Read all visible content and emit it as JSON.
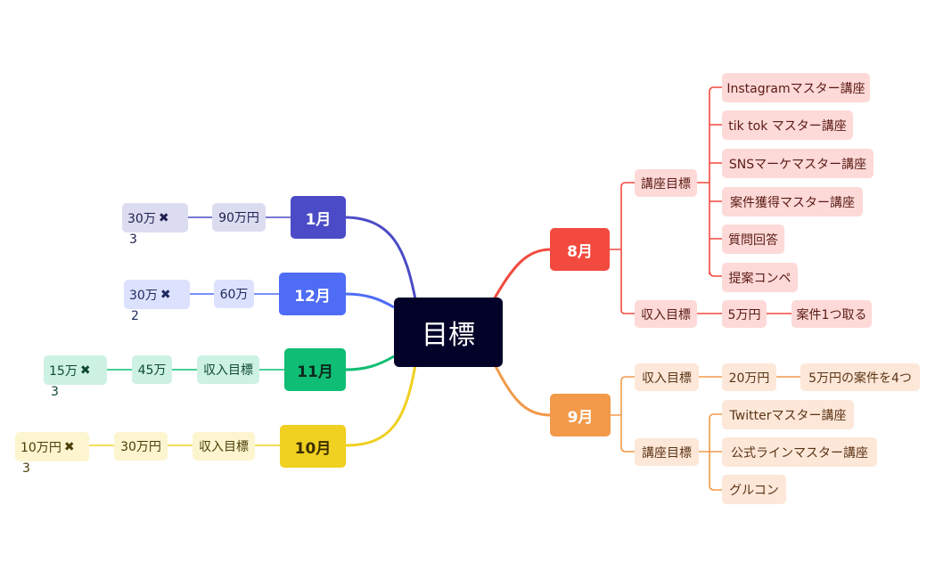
{
  "center": {
    "label": "目標"
  },
  "colors": {
    "aug": "#f24a3f",
    "aug_light": "#fdd9d7",
    "sep": "#f29a4a",
    "sep_light": "#fde7d8",
    "oct": "#f0d020",
    "oct_light": "#fcf5cf",
    "nov": "#0fbd74",
    "nov_light": "#cdf1e2",
    "dec": "#4f6cf5",
    "dec_light": "#dce1fd",
    "jan": "#4b4bc7",
    "jan_light": "#dcdcf1"
  },
  "aug": {
    "label": "8月",
    "course": {
      "label": "講座目標",
      "items": [
        "Instagramマスター講座",
        "tik tok マスター講座",
        "SNSマーケマスター講座",
        "案件獲得マスター講座",
        "質問回答",
        "提案コンペ"
      ]
    },
    "income": {
      "label": "収入目標",
      "amount": "5万円",
      "detail": "案件1つ取る"
    }
  },
  "sep": {
    "label": "9月",
    "income": {
      "label": "収入目標",
      "amount": "20万円",
      "detail": "5万円の案件を4つ"
    },
    "course": {
      "label": "講座目標",
      "items": [
        "Twitterマスター講座",
        "公式ラインマスター講座",
        "グルコン"
      ]
    }
  },
  "oct": {
    "label": "10月",
    "income_label": "収入目標",
    "amount": "30万円",
    "calc": "10万円",
    "multiplier": "3"
  },
  "nov": {
    "label": "11月",
    "income_label": "収入目標",
    "amount": "45万",
    "calc": "15万",
    "multiplier": "3"
  },
  "dec": {
    "label": "12月",
    "amount": "60万",
    "calc": "30万",
    "multiplier": "2"
  },
  "jan": {
    "label": "1月",
    "amount": "90万円",
    "calc": "30万",
    "multiplier": "3"
  }
}
